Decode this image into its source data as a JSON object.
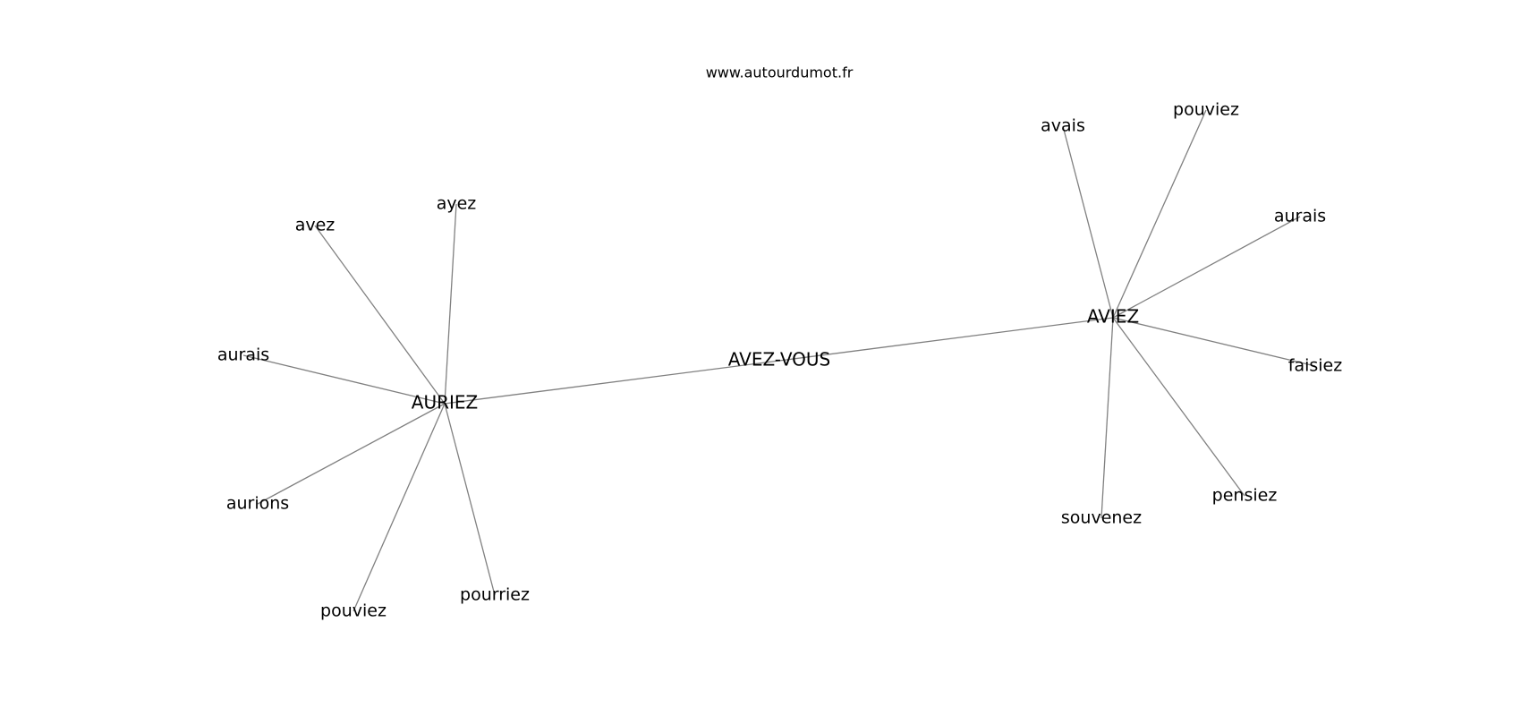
{
  "site": "www.autourdumot.fr",
  "colors": {
    "edge": "#808080",
    "text": "#000000",
    "background": "#ffffff"
  },
  "graph": {
    "center": "AVEZ-VOUS",
    "hubs": [
      "AURIEZ",
      "AVIEZ"
    ],
    "nodes": [
      {
        "id": "center",
        "label": "AVEZ-VOUS"
      },
      {
        "id": "auriez",
        "label": "AURIEZ"
      },
      {
        "id": "aviez",
        "label": "AVIEZ"
      },
      {
        "id": "l-ayez",
        "label": "ayez"
      },
      {
        "id": "l-avez",
        "label": "avez"
      },
      {
        "id": "l-aurais",
        "label": "aurais"
      },
      {
        "id": "l-aurions",
        "label": "aurions"
      },
      {
        "id": "l-pouviez",
        "label": "pouviez"
      },
      {
        "id": "l-pourriez",
        "label": "pourriez"
      },
      {
        "id": "r-avais",
        "label": "avais"
      },
      {
        "id": "r-pouviez",
        "label": "pouviez"
      },
      {
        "id": "r-aurais",
        "label": "aurais"
      },
      {
        "id": "r-faisiez",
        "label": "faisiez"
      },
      {
        "id": "r-pensiez",
        "label": "pensiez"
      },
      {
        "id": "r-souvenez",
        "label": "souvenez"
      }
    ],
    "edges": [
      [
        "auriez",
        "center"
      ],
      [
        "center",
        "aviez"
      ],
      [
        "auriez",
        "l-ayez"
      ],
      [
        "auriez",
        "l-avez"
      ],
      [
        "auriez",
        "l-aurais"
      ],
      [
        "auriez",
        "l-aurions"
      ],
      [
        "auriez",
        "l-pouviez"
      ],
      [
        "auriez",
        "l-pourriez"
      ],
      [
        "aviez",
        "r-avais"
      ],
      [
        "aviez",
        "r-pouviez"
      ],
      [
        "aviez",
        "r-aurais"
      ],
      [
        "aviez",
        "r-faisiez"
      ],
      [
        "aviez",
        "r-pensiez"
      ],
      [
        "aviez",
        "r-souvenez"
      ]
    ]
  }
}
